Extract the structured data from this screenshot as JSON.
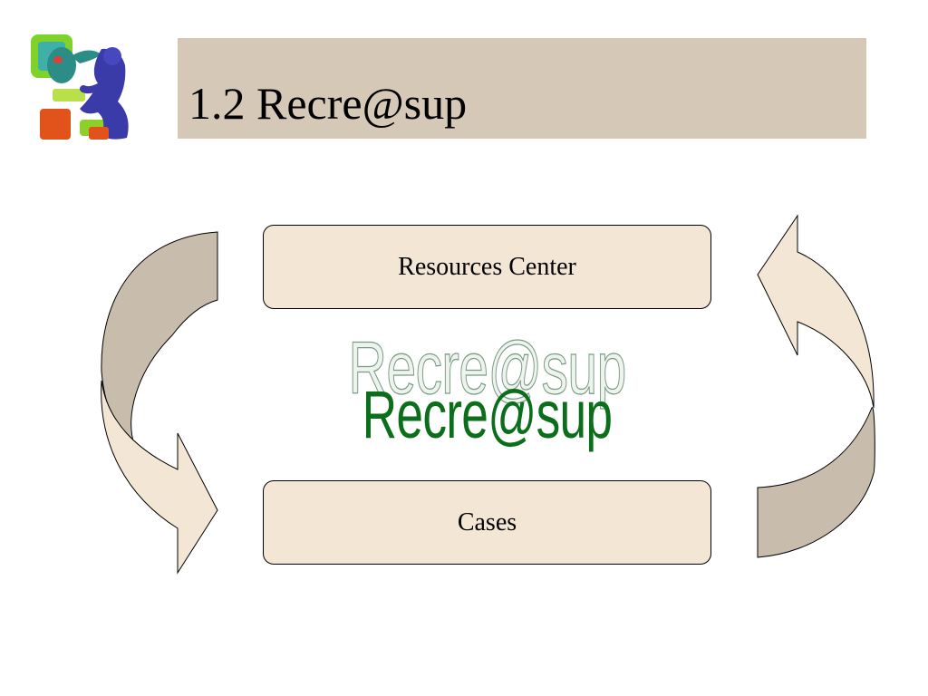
{
  "title": "1.2 Recre@sup",
  "boxes": {
    "top": "Resources Center",
    "bottom": "Cases"
  },
  "wordart": {
    "shadow": "Recre@sup",
    "main": "Recre@sup"
  },
  "colors": {
    "title_bar": "#d5c8b6",
    "box_fill": "#f3e6d4",
    "arrow_light": "#f3e6d4",
    "arrow_dark": "#c8bcad",
    "wordart_green": "#0b6e1a"
  },
  "icons": {
    "logo": "person-at-computer-icon"
  }
}
